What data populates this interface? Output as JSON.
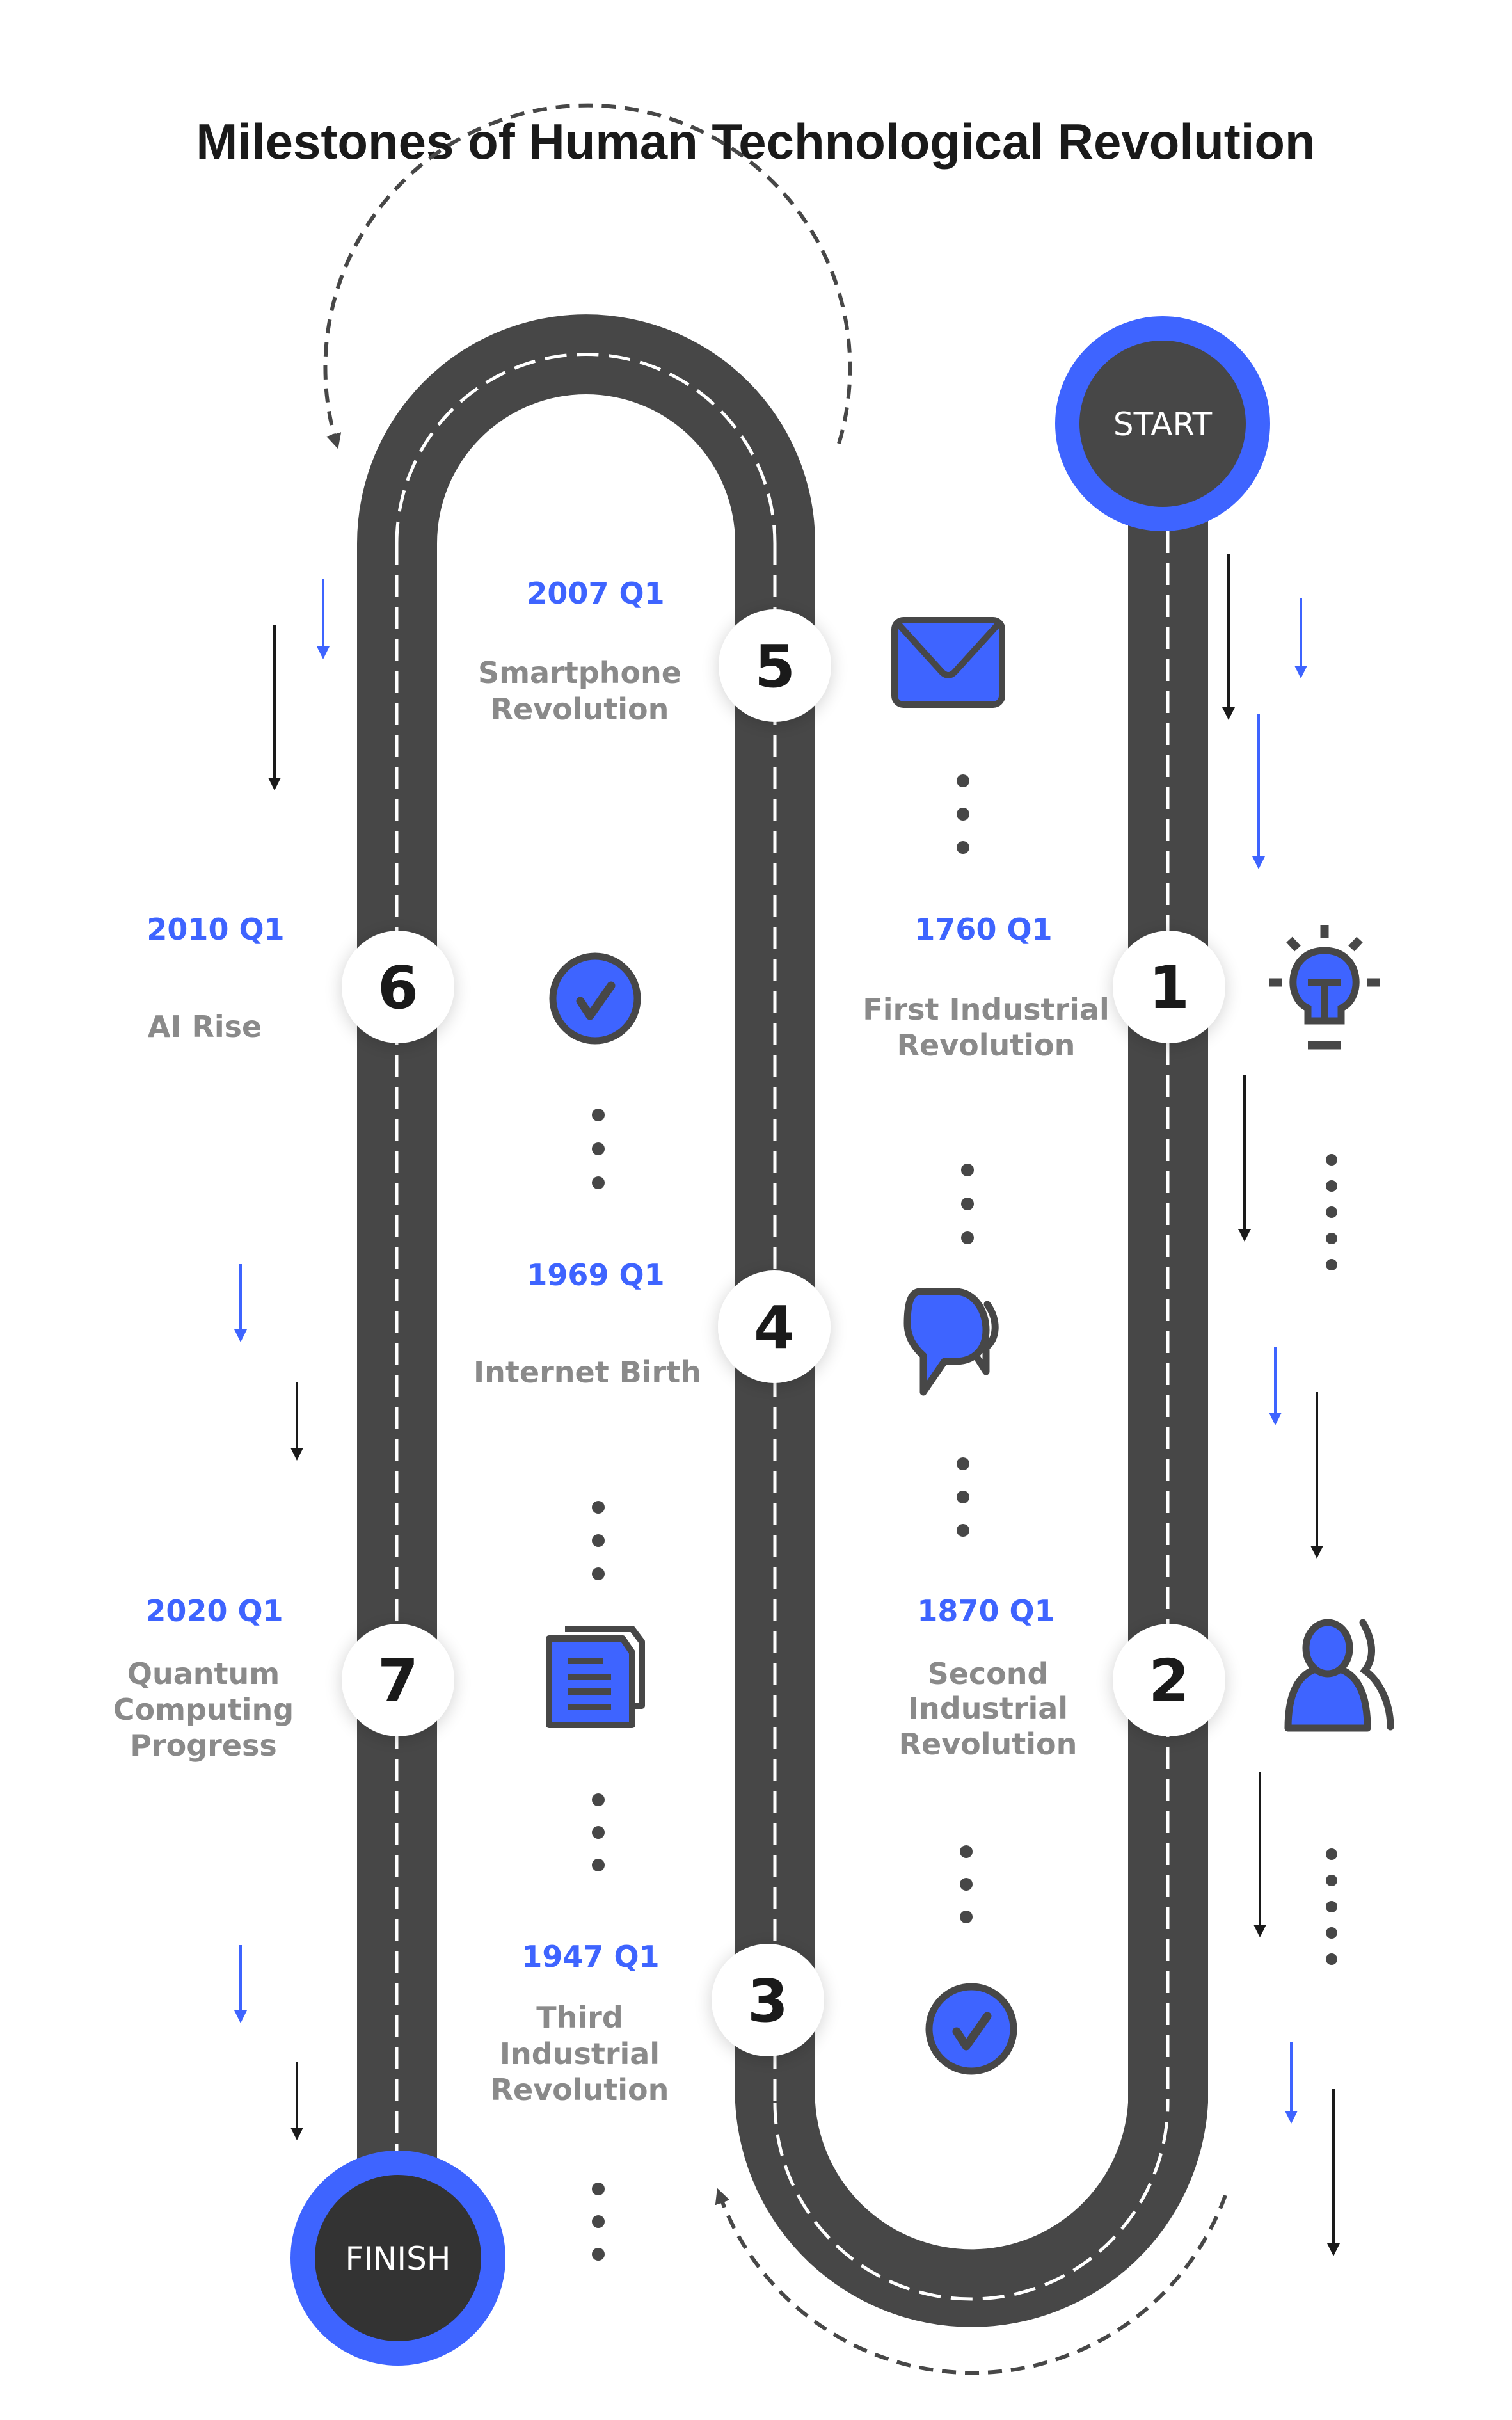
{
  "title": "Milestones of Human Technological Revolution",
  "colors": {
    "accent": "#3e64ff",
    "road": "#474747",
    "icon_stroke": "#474747",
    "date_text": "#3e64ff",
    "desc_text": "#8a8a8a",
    "number_text": "#1a1a1a",
    "start_fill": "#474747",
    "finish_fill": "#333333"
  },
  "endpoints": {
    "start": "START",
    "finish": "FINISH"
  },
  "milestones": [
    {
      "number": "1",
      "date": "1760 Q1",
      "lines": [
        "First Industrial",
        "Revolution"
      ],
      "icon": "lightbulb-icon"
    },
    {
      "number": "2",
      "date": "1870 Q1",
      "lines": [
        "Second",
        "Industrial",
        "Revolution"
      ],
      "icon": "users-icon"
    },
    {
      "number": "3",
      "date": "1947 Q1",
      "lines": [
        "Third",
        "Industrial",
        "Revolution"
      ],
      "icon": "check-circle-icon"
    },
    {
      "number": "4",
      "date": "1969 Q1",
      "lines": [
        "Internet Birth"
      ],
      "icon": "chat-icon"
    },
    {
      "number": "5",
      "date": "2007 Q1",
      "lines": [
        "Smartphone",
        "Revolution"
      ],
      "icon": "envelope-icon"
    },
    {
      "number": "6",
      "date": "2010 Q1",
      "lines": [
        "AI Rise"
      ],
      "icon": "check-circle-icon"
    },
    {
      "number": "7",
      "date": "2020 Q1",
      "lines": [
        "Quantum",
        "Computing",
        "Progress"
      ],
      "icon": "documents-icon"
    }
  ]
}
